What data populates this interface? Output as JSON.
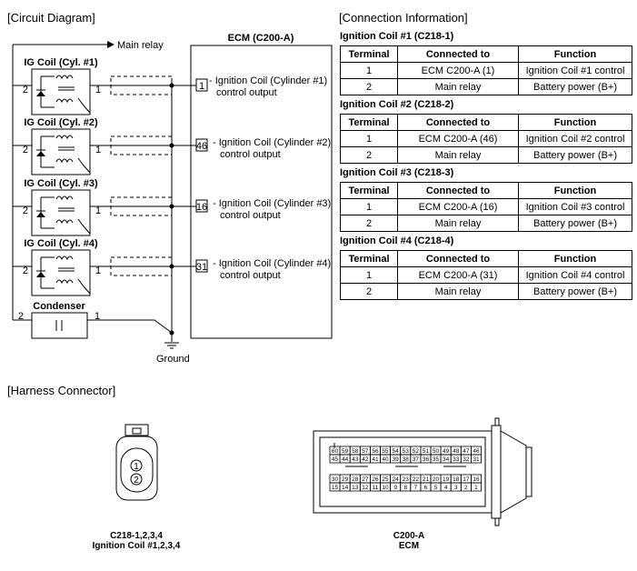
{
  "titles": {
    "circuit": "[Circuit Diagram]",
    "connection": "[Connection Information]",
    "harness": "[Harness Connector]"
  },
  "circuit": {
    "main_relay": "Main relay",
    "ecm": "ECM (C200-A)",
    "ground": "Ground",
    "condenser": {
      "title": "Condenser",
      "pin_left": "2",
      "pin_right": "1"
    },
    "coils": [
      {
        "title": "IG Coil (Cyl. #1)",
        "pin_left": "2",
        "pin_right": "1",
        "ecm_pin": "1",
        "output_line1": "- Ignition Coil (Cylinder #1)",
        "output_line2": "control output"
      },
      {
        "title": "IG Coil (Cyl. #2)",
        "pin_left": "2",
        "pin_right": "1",
        "ecm_pin": "46",
        "output_line1": "- Ignition Coil (Cylinder #2)",
        "output_line2": "control output"
      },
      {
        "title": "IG Coil (Cyl. #3)",
        "pin_left": "2",
        "pin_right": "1",
        "ecm_pin": "16",
        "output_line1": "- Ignition Coil (Cylinder #3)",
        "output_line2": "control output"
      },
      {
        "title": "IG Coil (Cyl. #4)",
        "pin_left": "2",
        "pin_right": "1",
        "ecm_pin": "31",
        "output_line1": "- Ignition Coil (Cylinder #4)",
        "output_line2": "control output"
      }
    ]
  },
  "connection": {
    "headers": [
      "Terminal",
      "Connected to",
      "Function"
    ],
    "coils": [
      {
        "title": "Ignition Coil #1 (C218-1)",
        "rows": [
          [
            "1",
            "ECM C200-A (1)",
            "Ignition Coil #1 control"
          ],
          [
            "2",
            "Main relay",
            "Battery power (B+)"
          ]
        ]
      },
      {
        "title": "Ignition Coil #2 (C218-2)",
        "rows": [
          [
            "1",
            "ECM C200-A (46)",
            "Ignition Coil #2 control"
          ],
          [
            "2",
            "Main relay",
            "Battery power (B+)"
          ]
        ]
      },
      {
        "title": "Ignition Coil #3 (C218-3)",
        "rows": [
          [
            "1",
            "ECM C200-A (16)",
            "Ignition Coil #3 control"
          ],
          [
            "2",
            "Main relay",
            "Battery power (B+)"
          ]
        ]
      },
      {
        "title": "Ignition Coil #4 (C218-4)",
        "rows": [
          [
            "1",
            "ECM C200-A (31)",
            "Ignition Coil #4 control"
          ],
          [
            "2",
            "Main relay",
            "Battery power (B+)"
          ]
        ]
      }
    ]
  },
  "harness": {
    "coil_connector": {
      "pin1": "1",
      "pin2": "2",
      "caption_line1": "C218-1,2,3,4",
      "caption_line2": "Ignition Coil #1,2,3,4"
    },
    "ecm_connector": {
      "caption_line1": "C200-A",
      "caption_line2": "ECM",
      "rows": [
        [
          "60",
          "59",
          "58",
          "57",
          "56",
          "55",
          "54",
          "53",
          "52",
          "51",
          "50",
          "49",
          "48",
          "47",
          "46"
        ],
        [
          "45",
          "44",
          "43",
          "42",
          "41",
          "40",
          "39",
          "38",
          "37",
          "36",
          "35",
          "34",
          "33",
          "32",
          "31"
        ],
        [
          "30",
          "29",
          "28",
          "27",
          "26",
          "25",
          "24",
          "23",
          "22",
          "21",
          "20",
          "19",
          "18",
          "17",
          "16"
        ],
        [
          "15",
          "14",
          "13",
          "12",
          "11",
          "10",
          "9",
          "8",
          "7",
          "6",
          "5",
          "4",
          "3",
          "2",
          "1"
        ]
      ]
    }
  }
}
